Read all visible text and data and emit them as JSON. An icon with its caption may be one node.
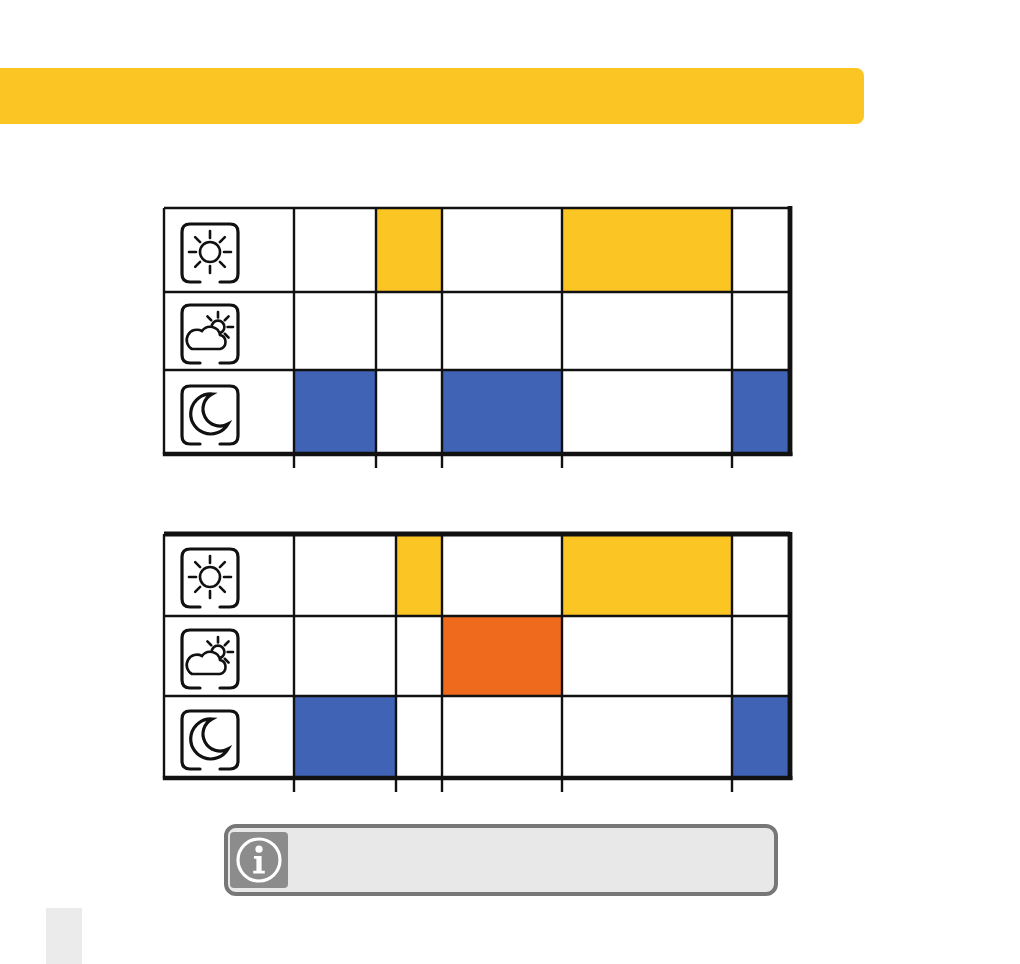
{
  "diagram": {
    "nodes": [
      {
        "text": [],
        "shape": "bar"
      },
      {
        "text": [],
        "shape": "table"
      },
      {
        "text": [],
        "shape": "bar",
        "in": 1
      },
      {
        "text": [],
        "shape": "bar",
        "in": 1
      },
      {
        "text": [],
        "shape": "bar",
        "in": 1
      },
      {
        "text": [],
        "shape": "bar",
        "in": 1
      },
      {
        "text": [],
        "shape": "bar",
        "in": 1
      },
      {
        "text": [],
        "shape": "table"
      },
      {
        "text": [],
        "shape": "bar",
        "in": 7
      },
      {
        "text": [],
        "shape": "bar",
        "in": 7
      },
      {
        "text": [],
        "shape": "bar",
        "in": 7
      },
      {
        "text": [],
        "shape": "bar",
        "in": 7
      },
      {
        "text": [],
        "shape": "bar",
        "in": 7
      },
      {
        "text": [],
        "shape": "box"
      }
    ]
  }
}
